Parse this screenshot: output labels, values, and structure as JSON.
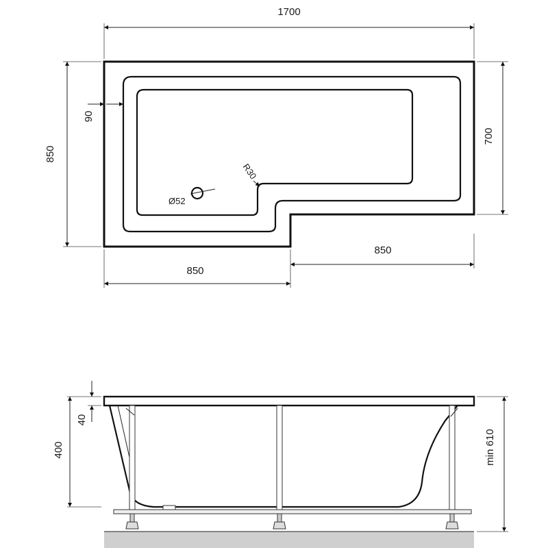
{
  "plan": {
    "overall_length": "1700",
    "overall_width": "850",
    "right_width": "700",
    "rim_width": "90",
    "left_section_length": "850",
    "right_section_length": "850",
    "corner_radius": "R30",
    "drain_diameter": "Ø52"
  },
  "elevation": {
    "rim_thickness": "40",
    "depth": "400",
    "min_height": "min 610"
  }
}
